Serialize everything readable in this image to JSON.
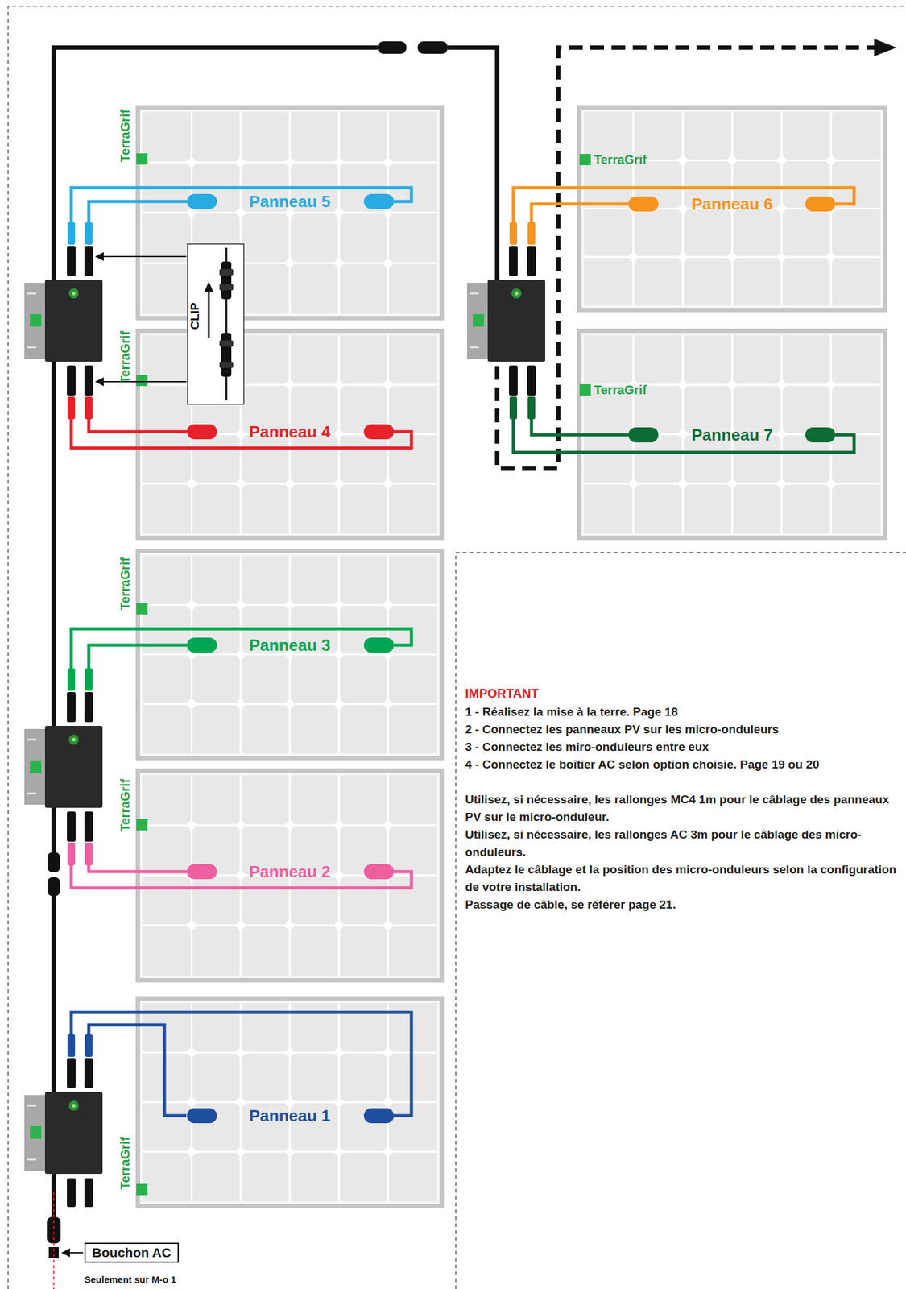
{
  "diagram": {
    "nodes": [
      {
        "text": [
          "Panneau 5"
        ]
      },
      {
        "text": [
          "Panneau 6"
        ]
      },
      {
        "text": [
          "Panneau 4"
        ]
      },
      {
        "text": [
          "Panneau 7"
        ]
      },
      {
        "text": [
          "Panneau 3"
        ]
      },
      {
        "text": [
          "Panneau 2"
        ]
      },
      {
        "text": [
          "Panneau 1"
        ]
      },
      {
        "text": [
          "Bouchon AC"
        ]
      }
    ],
    "labels": [
      "TerraGrif",
      "TerraGrif",
      "TerraGrif",
      "TerraGrif",
      "TerraGrif",
      "TerraGrif",
      "TerraGrif",
      "CLIP",
      "IMPORTANT",
      "1 - Réalisez la mise à la terre. Page 18",
      "2 - Connectez les panneaux PV sur les micro-onduleurs",
      "3 - Connectez les miro-onduleurs entre eux",
      "4 - Connectez le boîtier AC selon option choisie. Page 19 ou 20",
      "Utilisez, si nécessaire, les rallonges MC4 1m pour le câblage des panneaux PV sur le micro-onduleur.",
      "Utilisez, si nécessaire, les rallonges AC 3m pour le câblage des micro-onduleurs.",
      "Adaptez le câblage et la position des micro-onduleurs selon la configuration de votre installation.",
      "Passage de câble, se référer page 21.",
      "Seulement sur M-o 1"
    ]
  }
}
